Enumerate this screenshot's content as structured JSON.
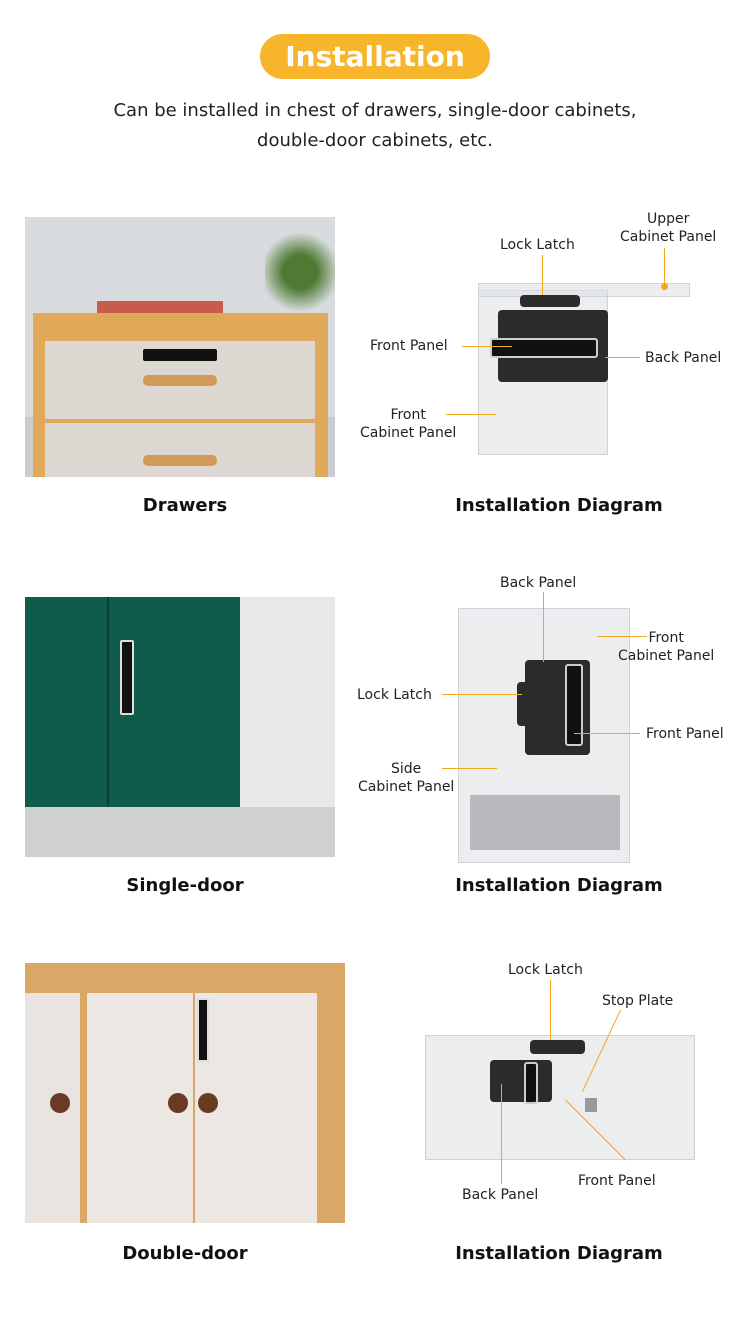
{
  "header": {
    "title": "Installation",
    "subtitle_line1": "Can be installed in chest of drawers, single-door cabinets,",
    "subtitle_line2": "double-door cabinets, etc."
  },
  "sections": [
    {
      "caption": "Drawers",
      "diagram_caption": "Installation Diagram",
      "labels": {
        "upper": "Upper",
        "upper2": "Cabinet Panel",
        "lock_latch": "Lock Latch",
        "front_panel": "Front Panel",
        "back_panel": "Back Panel",
        "front_cab": "Front",
        "front_cab2": "Cabinet Panel"
      }
    },
    {
      "caption": "Single-door",
      "diagram_caption": "Installation Diagram",
      "labels": {
        "back_panel": "Back Panel",
        "front_cab": "Front",
        "front_cab2": "Cabinet Panel",
        "lock_latch": "Lock Latch",
        "front_panel": "Front Panel",
        "side": "Side",
        "side2": "Cabinet Panel"
      }
    },
    {
      "caption": "Double-door",
      "diagram_caption": "Installation Diagram",
      "labels": {
        "lock_latch": "Lock Latch",
        "stop_plate": "Stop Plate",
        "front_panel": "Front Panel",
        "back_panel": "Back Panel"
      }
    }
  ],
  "colors": {
    "accent": "#F7B52C",
    "leader": "#F5A623"
  }
}
